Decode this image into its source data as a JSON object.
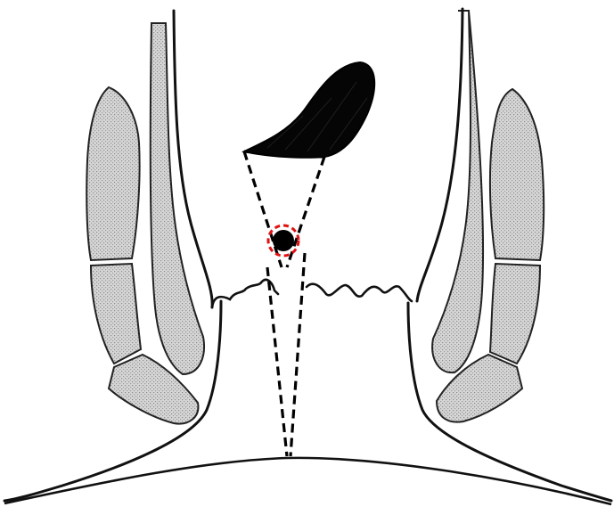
{
  "figure": {
    "labels": [],
    "colors": {
      "background": "#ffffff",
      "outline": "#111111",
      "muscle_fill": "#cfcfcf",
      "muscle_texture": "#8a8a8a",
      "lesion": "#000000",
      "marker": "#e01010",
      "guide_lines": "#000000"
    },
    "elements": [
      "anal-canal-walls",
      "levator-muscles-left",
      "levator-muscles-right",
      "dentate-line",
      "black-lesion",
      "red-marked-opening",
      "dashed-triangle",
      "skin-surface"
    ]
  }
}
